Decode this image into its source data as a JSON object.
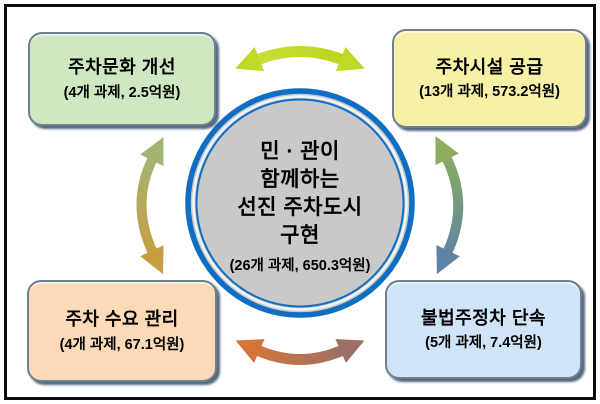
{
  "diagram": {
    "center": {
      "title_lines": [
        "민 · 관이",
        "함께하는",
        "선진 주차도시",
        "구현"
      ],
      "subtitle": "(26개 과제, 650.3억원)",
      "fill_color": "#c9c9c9",
      "ring_color": "#0f6ec4"
    },
    "boxes": [
      {
        "position": "top-left",
        "title": "주차문화 개선",
        "subtitle": "(4개 과제, 2.5억원)",
        "fill_color": "#cee9c2"
      },
      {
        "position": "top-right",
        "title": "주차시설 공급",
        "subtitle": "(13개 과제, 573.2억원)",
        "fill_color": "#f6f1a6"
      },
      {
        "position": "bottom-left",
        "title": "주차 수요 관리",
        "subtitle": "(4개 과제, 67.1억원)",
        "fill_color": "#fcd9b7"
      },
      {
        "position": "bottom-right",
        "title": "불법주정차 단속",
        "subtitle": "(5개 과제, 7.4억원)",
        "fill_color": "#cfe4f6"
      }
    ],
    "arrows": [
      {
        "position": "top",
        "style": "double-headed curve",
        "color_start": "#ccdf38",
        "color_end": "#b8d31c"
      },
      {
        "position": "left",
        "style": "double-headed curve",
        "color_start": "#a2b473",
        "color_end": "#c79f43"
      },
      {
        "position": "right",
        "style": "double-headed curve",
        "color_start": "#8cae5e",
        "color_end": "#5d83a3"
      },
      {
        "position": "bottom",
        "style": "double-headed curve",
        "color_start": "#d3753b",
        "color_end": "#9d6f66"
      }
    ]
  }
}
